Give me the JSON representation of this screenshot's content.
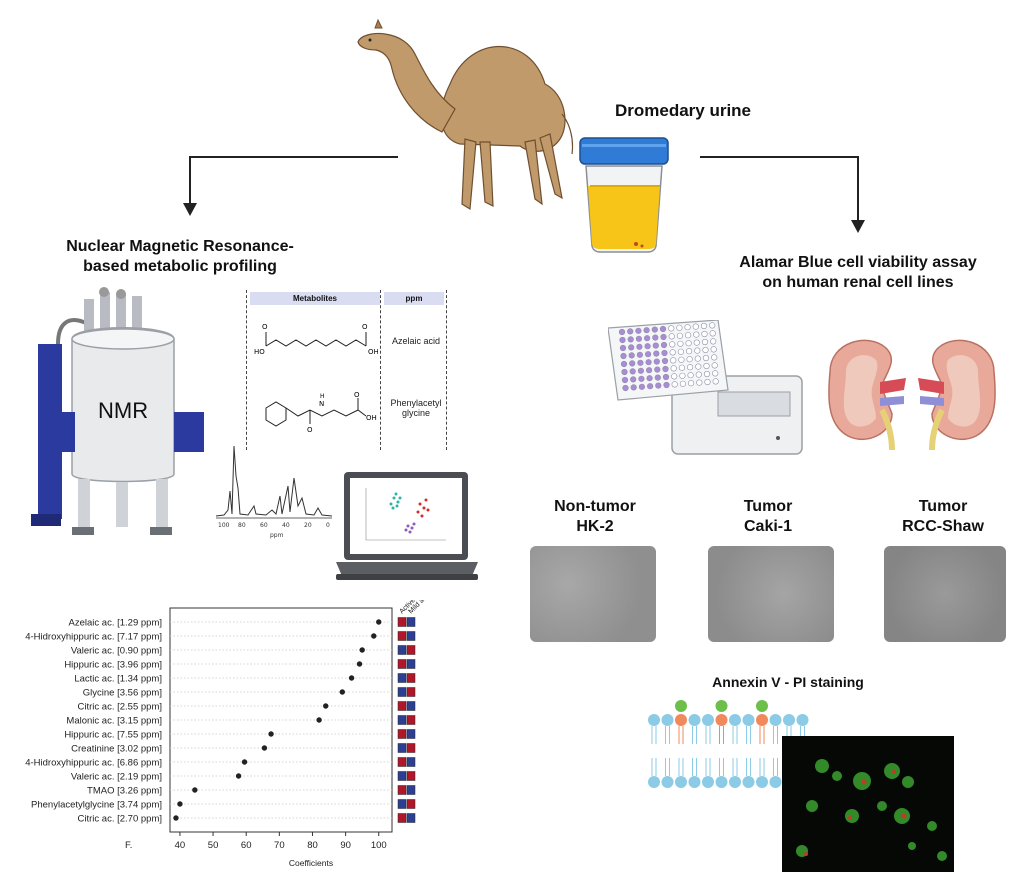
{
  "labels": {
    "source": "Dromedary urine",
    "nmr_title": "Nuclear Magnetic Resonance-\nbased metabolic profiling",
    "nmr_device": "NMR",
    "assay_title": "Alamar Blue cell viability assay\non human renal cell lines",
    "apoptosis_title": "Annexin V - PI staining"
  },
  "metabolite_table": {
    "col_metabolites": "Metabolites",
    "col_ppm": "ppm",
    "row1_name": "Azelaic acid",
    "row2_name": "Phenylacetyl\nglycine"
  },
  "spectrum_axis": {
    "label": "ppm",
    "ticks": [
      "100",
      "80",
      "60",
      "40",
      "20",
      "0"
    ]
  },
  "cell_lines": [
    {
      "type": "Non-tumor",
      "name": "HK-2"
    },
    {
      "type": "Tumor",
      "name": "Caki-1"
    },
    {
      "type": "Tumor",
      "name": "RCC-Shaw"
    }
  ],
  "chart_data": {
    "type": "scatter",
    "title": "",
    "xlabel": "Coefficients",
    "ylabel": "",
    "corner_label": "F.",
    "xlim": [
      37,
      104
    ],
    "xticks": [
      40,
      50,
      60,
      70,
      80,
      90,
      100
    ],
    "column_headers": [
      "Active",
      "Mild active"
    ],
    "categories": [
      "Azelaic ac. [1.29 ppm]",
      "4-Hidroxyhippuric ac. [7.17 ppm]",
      "Valeric ac. [0.90 ppm]",
      "Hippuric ac. [3.96 ppm]",
      "Lactic ac. [1.34 ppm]",
      "Glycine [3.56 ppm]",
      "Citric ac. [2.55 ppm]",
      "Malonic ac. [3.15 ppm]",
      "Hippuric ac. [7.55 ppm]",
      "Creatinine [3.02 ppm]",
      "4-Hidroxyhippuric ac. [6.86 ppm]",
      "Valeric ac. [2.19 ppm]",
      "TMAO [3.26 ppm]",
      "Phenylacetylglycine [3.74 ppm]",
      "Citric ac. [2.70 ppm]"
    ],
    "values": [
      100,
      98.5,
      95,
      94.2,
      91.8,
      89,
      84,
      82,
      67.5,
      65.5,
      59.5,
      57.7,
      44.5,
      40,
      38.8
    ],
    "status": [
      [
        "high",
        "low"
      ],
      [
        "high",
        "low"
      ],
      [
        "low",
        "high"
      ],
      [
        "high",
        "low"
      ],
      [
        "low",
        "high"
      ],
      [
        "low",
        "high"
      ],
      [
        "high",
        "low"
      ],
      [
        "low",
        "high"
      ],
      [
        "high",
        "low"
      ],
      [
        "low",
        "high"
      ],
      [
        "high",
        "low"
      ],
      [
        "low",
        "high"
      ],
      [
        "high",
        "low"
      ],
      [
        "low",
        "high"
      ],
      [
        "high",
        "low"
      ]
    ],
    "status_colors": {
      "high": "#b1172b",
      "low": "#2d3f93"
    }
  }
}
